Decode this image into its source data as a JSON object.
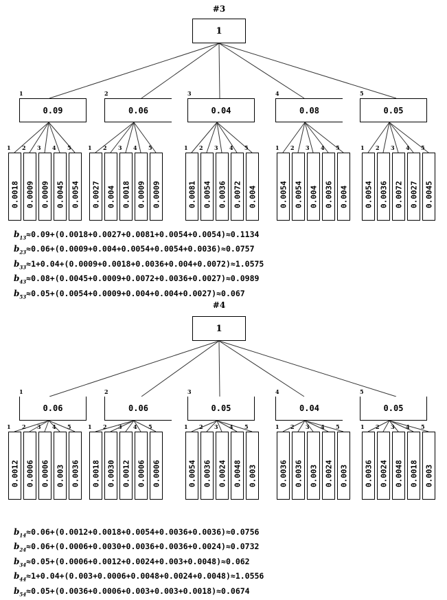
{
  "trees": [
    {
      "title": "#3",
      "root_value": "1",
      "mid_open_right": [
        false,
        true,
        false,
        true,
        false
      ],
      "mid_open_top": false,
      "nodes": [
        {
          "index": "1",
          "value": "0.09",
          "leaves": [
            {
              "index": "1",
              "value": "0.0018"
            },
            {
              "index": "2",
              "value": "0.0009"
            },
            {
              "index": "3",
              "value": "0.0009"
            },
            {
              "index": "4",
              "value": "0.0045"
            },
            {
              "index": "5",
              "value": "0.0054"
            }
          ]
        },
        {
          "index": "2",
          "value": "0.06",
          "leaves": [
            {
              "index": "1",
              "value": "0.0027"
            },
            {
              "index": "2",
              "value": "0.004"
            },
            {
              "index": "3",
              "value": "0.0018"
            },
            {
              "index": "4",
              "value": "0.0009"
            },
            {
              "index": "5",
              "value": "0.0009"
            }
          ]
        },
        {
          "index": "3",
          "value": "0.04",
          "leaves": [
            {
              "index": "1",
              "value": "0.0081"
            },
            {
              "index": "2",
              "value": "0.0054"
            },
            {
              "index": "3",
              "value": "0.0036"
            },
            {
              "index": "4",
              "value": "0.0072"
            },
            {
              "index": "5",
              "value": "0.004"
            }
          ]
        },
        {
          "index": "4",
          "value": "0.08",
          "leaves": [
            {
              "index": "1",
              "value": "0.0054"
            },
            {
              "index": "2",
              "value": "0.0054"
            },
            {
              "index": "3",
              "value": "0.004"
            },
            {
              "index": "4",
              "value": "0.0036"
            },
            {
              "index": "5",
              "value": "0.004"
            }
          ]
        },
        {
          "index": "5",
          "value": "0.05",
          "leaves": [
            {
              "index": "1",
              "value": "0.0054"
            },
            {
              "index": "2",
              "value": "0.0036"
            },
            {
              "index": "3",
              "value": "0.0072"
            },
            {
              "index": "4",
              "value": "0.0027"
            },
            {
              "index": "5",
              "value": "0.0045"
            }
          ]
        }
      ],
      "formulas": [
        {
          "label": "b",
          "sub": "13",
          "approx": "≈",
          "expr": "0.09+(0.0018+0.0027+0.0081+0.0054+0.0054)",
          "result": "0.1134"
        },
        {
          "label": "b",
          "sub": "23",
          "approx": "≈",
          "expr": "0.06+(0.0009+0.004+0.0054+0.0054+0.0036)",
          "result": "0.0757"
        },
        {
          "label": "b",
          "sub": "33",
          "approx": "≈",
          "expr": "1+0.04+(0.0009+0.0018+0.0036+0.004+0.0072)",
          "result": "1.0575"
        },
        {
          "label": "b",
          "sub": "43",
          "approx": "≈",
          "expr": "0.08+(0.0045+0.0009+0.0072+0.0036+0.0027)",
          "result": "0.0989"
        },
        {
          "label": "b",
          "sub": "53",
          "approx": "≈",
          "expr": "0.05+(0.0054+0.0009+0.004+0.004+0.0027)",
          "result": "0.067"
        }
      ]
    },
    {
      "title": "#4",
      "root_value": "1",
      "mid_open_right": [
        false,
        true,
        false,
        true,
        false
      ],
      "mid_open_top": true,
      "nodes": [
        {
          "index": "1",
          "value": "0.06",
          "leaves": [
            {
              "index": "1",
              "value": "0.0012"
            },
            {
              "index": "2",
              "value": "0.0006"
            },
            {
              "index": "3",
              "value": "0.0006"
            },
            {
              "index": "4",
              "value": "0.003"
            },
            {
              "index": "5",
              "value": "0.0036"
            }
          ]
        },
        {
          "index": "2",
          "value": "0.06",
          "leaves": [
            {
              "index": "1",
              "value": "0.0018"
            },
            {
              "index": "2",
              "value": "0.0030"
            },
            {
              "index": "3",
              "value": "0.0012"
            },
            {
              "index": "4",
              "value": "0.0006"
            },
            {
              "index": "5",
              "value": "0.0006"
            }
          ]
        },
        {
          "index": "3",
          "value": "0.05",
          "leaves": [
            {
              "index": "1",
              "value": "0.0054"
            },
            {
              "index": "2",
              "value": "0.0036"
            },
            {
              "index": "3",
              "value": "0.0024"
            },
            {
              "index": "4",
              "value": "0.0048"
            },
            {
              "index": "5",
              "value": "0.003"
            }
          ]
        },
        {
          "index": "4",
          "value": "0.04",
          "leaves": [
            {
              "index": "1",
              "value": "0.0036"
            },
            {
              "index": "2",
              "value": "0.0036"
            },
            {
              "index": "3",
              "value": "0.003"
            },
            {
              "index": "4",
              "value": "0.0024"
            },
            {
              "index": "5",
              "value": "0.003"
            }
          ]
        },
        {
          "index": "5",
          "value": "0.05",
          "leaves": [
            {
              "index": "1",
              "value": "0.0036"
            },
            {
              "index": "2",
              "value": "0.0024"
            },
            {
              "index": "3",
              "value": "0.0048"
            },
            {
              "index": "4",
              "value": "0.0018"
            },
            {
              "index": "5",
              "value": "0.003"
            }
          ]
        }
      ],
      "formulas": [
        {
          "label": "b",
          "sub": "14",
          "approx": "≈",
          "expr": "0.06+(0.0012+0.0018+0.0054+0.0036+0.0036)",
          "result": "0.0756"
        },
        {
          "label": "b",
          "sub": "24",
          "approx": "≈",
          "expr": "0.06+(0.0006+0.0030+0.0036+0.0036+0.0024)",
          "result": "0.0732"
        },
        {
          "label": "b",
          "sub": "34",
          "approx": "≈",
          "expr": "0.05+(0.0006+0.0012+0.0024+0.003+0.0048)",
          "result": "0.062"
        },
        {
          "label": "b",
          "sub": "44",
          "approx": "≈",
          "expr": "1+0.04+(0.003+0.0006+0.0048+0.0024+0.0048)",
          "result": "1.0556"
        },
        {
          "label": "b",
          "sub": "54",
          "approx": "≈",
          "expr": "0.05+(0.0036+0.0006+0.003+0.003+0.0018)",
          "result": "0.0674"
        }
      ]
    }
  ]
}
